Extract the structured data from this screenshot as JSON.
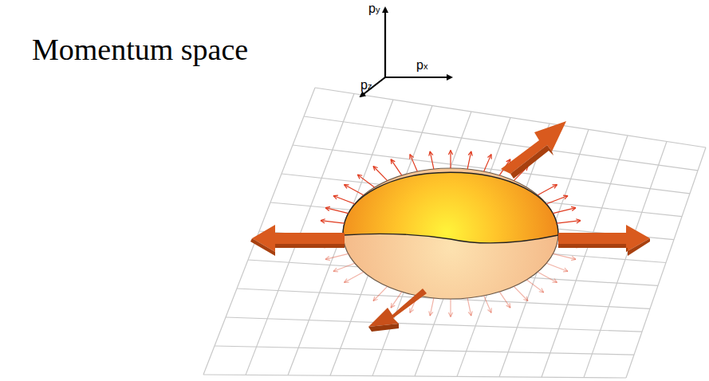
{
  "diagram": {
    "title": "Momentum space",
    "labels": [
      "py",
      "px",
      "pz"
    ]
  }
}
